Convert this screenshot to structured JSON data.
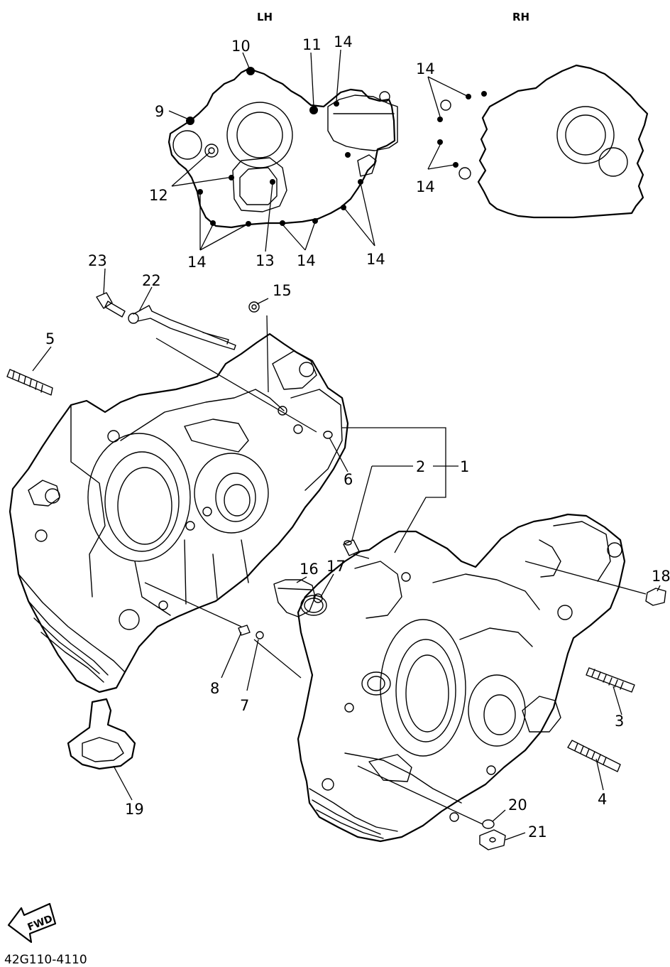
{
  "views": {
    "left": "LH",
    "right": "RH"
  },
  "callouts": {
    "c1": "1",
    "c2": "2",
    "c3": "3",
    "c4": "4",
    "c5": "5",
    "c6": "6",
    "c7": "7",
    "c8": "8",
    "c9": "9",
    "c10": "10",
    "c11": "11",
    "c12": "12",
    "c13": "13",
    "c14": "14",
    "c15": "15",
    "c16": "16",
    "c17": "17",
    "c18": "18",
    "c19": "19",
    "c20": "20",
    "c21": "21",
    "c22": "22",
    "c23": "23"
  },
  "direction_badge": "FWD",
  "diagram_code": "42G110-4110"
}
